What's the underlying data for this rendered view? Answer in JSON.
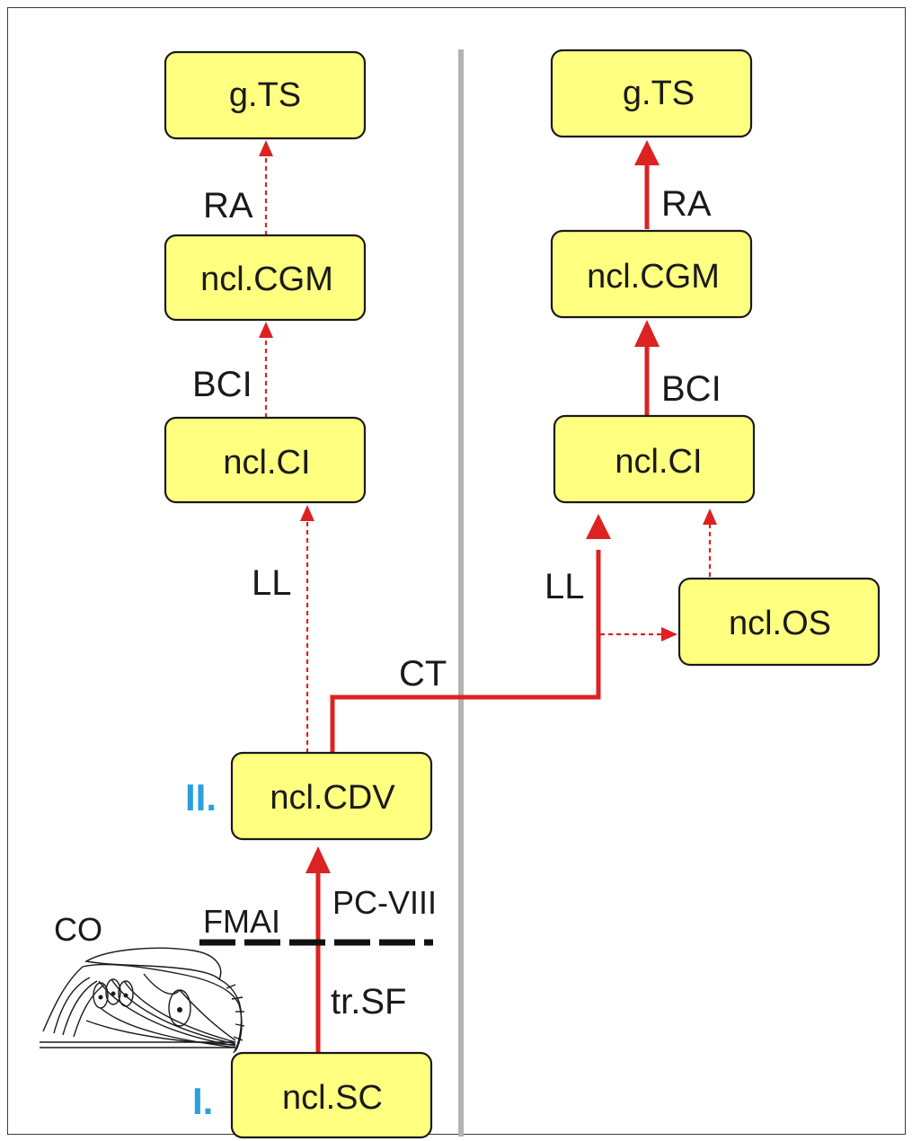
{
  "left_column": {
    "gts": "g.TS",
    "cgm": "ncl.CGM",
    "ci": "ncl.CI",
    "cdv": "ncl.CDV",
    "sc": "ncl.SC",
    "label_ra": "RA",
    "label_bci": "BCI",
    "label_ll": "LL"
  },
  "right_column": {
    "gts": "g.TS",
    "cgm": "ncl.CGM",
    "ci": "ncl.CI",
    "os": "ncl.OS",
    "label_ra": "RA",
    "label_bci": "BCI",
    "label_ll": "LL"
  },
  "labels": {
    "ct": "CT",
    "pc_viii": "PC-VIII",
    "fmai": "FMAI",
    "tr_sf": "tr.SF",
    "co": "CO",
    "stage_1": "I.",
    "stage_2": "II."
  },
  "colors": {
    "box_fill": "#ffff80",
    "pathway": "#dd2222",
    "stage_label": "#2aa0dc",
    "divider": "#b3b3b3"
  }
}
